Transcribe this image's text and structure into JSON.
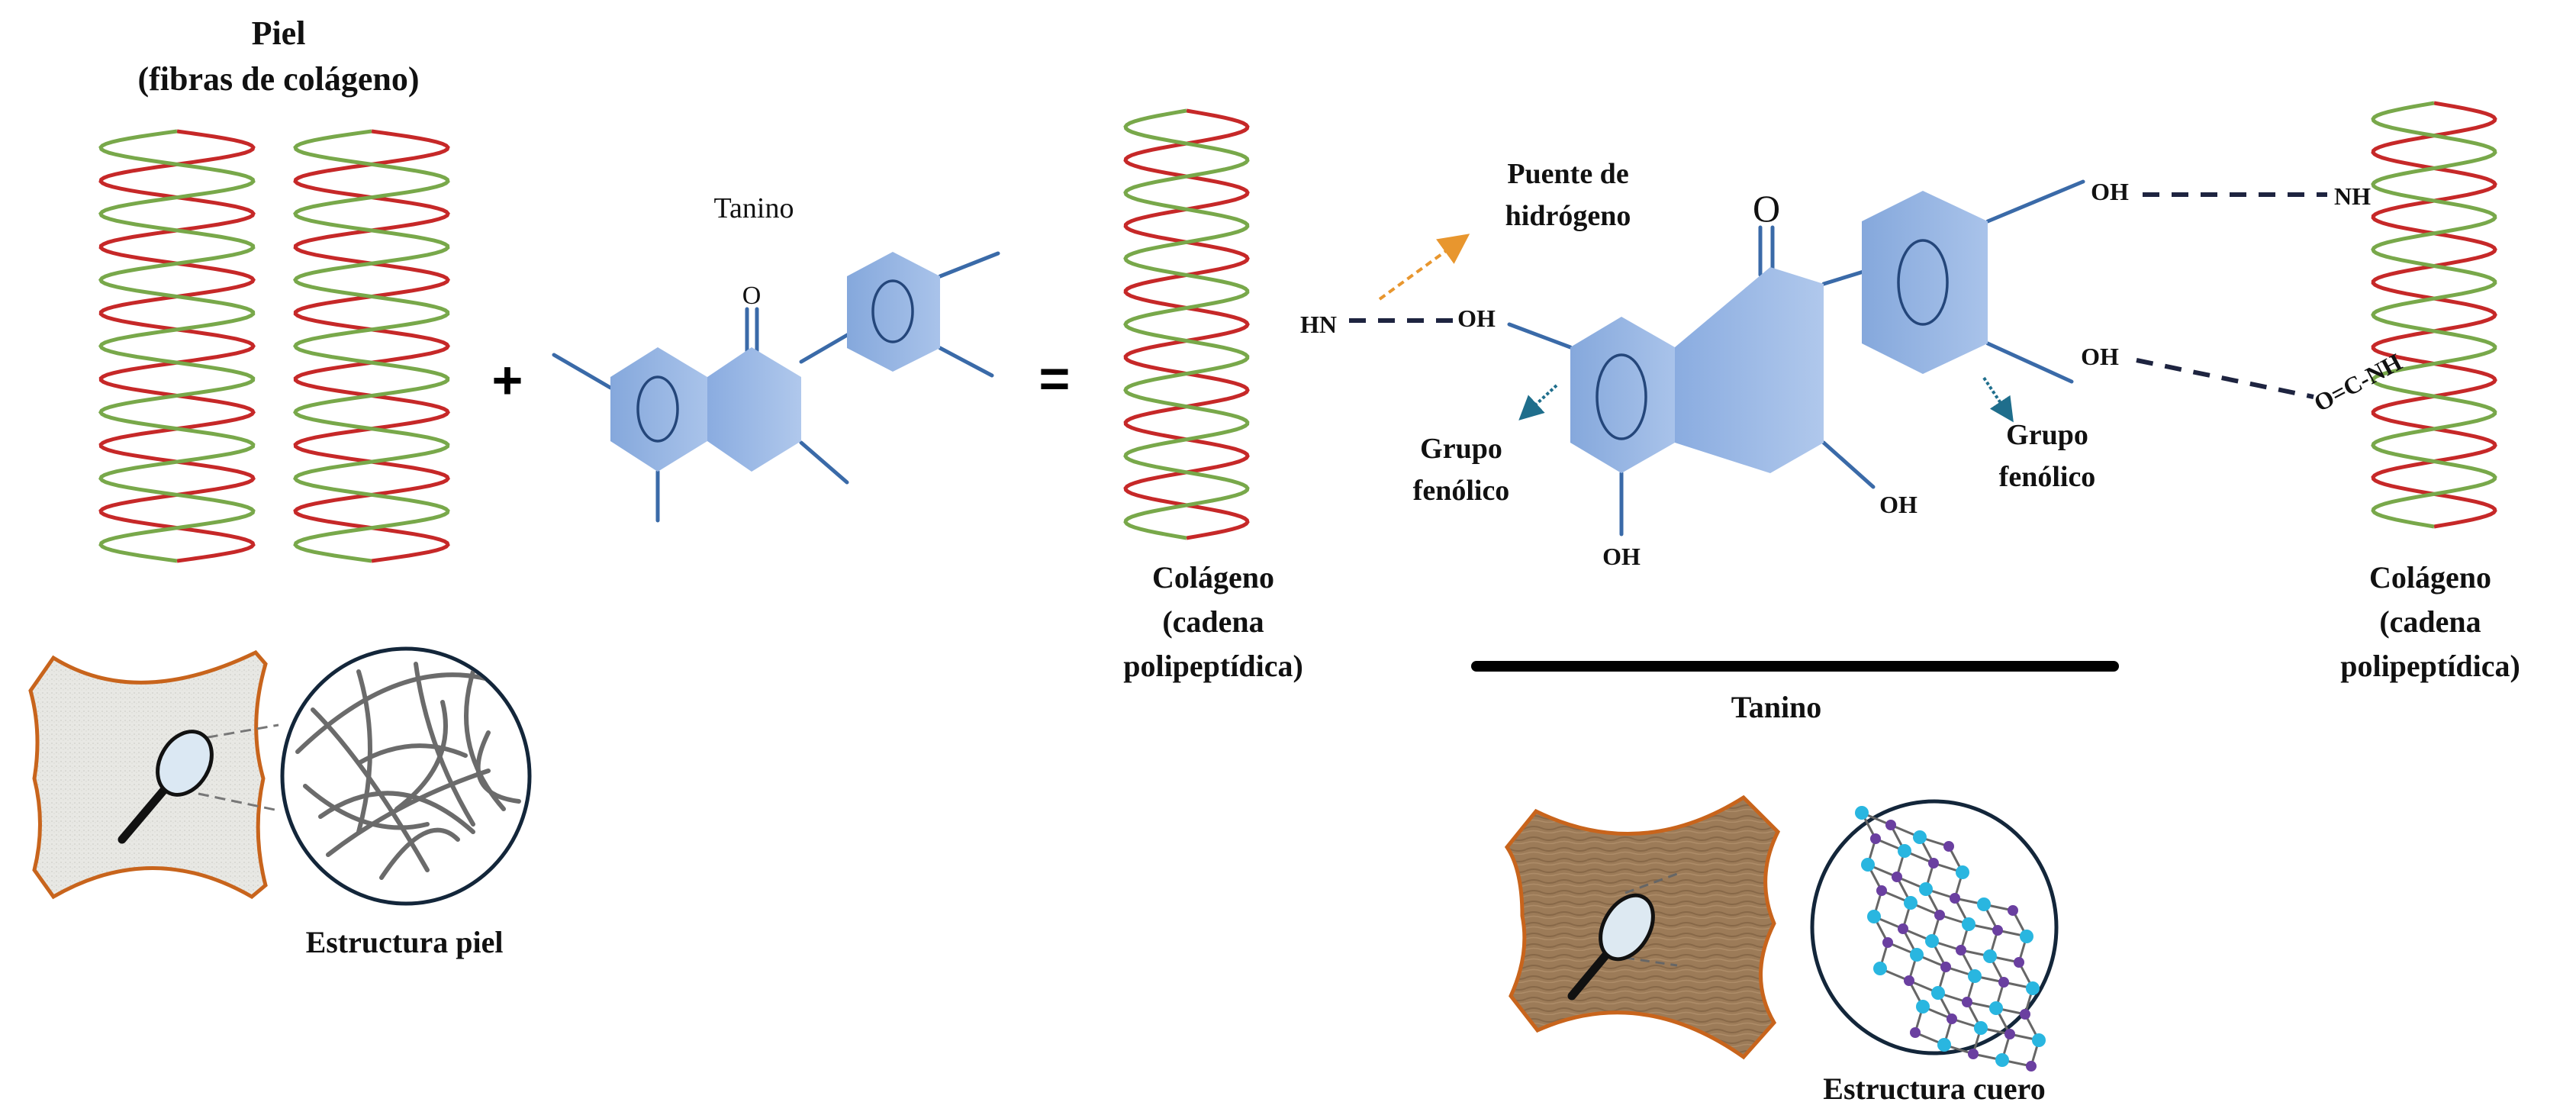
{
  "title": {
    "line1": "Piel",
    "line2": "(fibras de colágeno)"
  },
  "operators": {
    "plus": "+",
    "equals": "="
  },
  "reactant_tannin": {
    "label": "Tanino",
    "carbonyl_o": "O"
  },
  "product": {
    "left_chain_group": "HN",
    "oh_left": "OH",
    "carbonyl_o": "O",
    "oh_bottom_left": "OH",
    "oh_bottom_mid": "OH",
    "oh_top_right": "OH",
    "oh_right": "OH",
    "right_chain_nh": "NH",
    "right_chain_group": "O=C-NH",
    "hydrogen_bond_label_1": "Puente de",
    "hydrogen_bond_label_2": "hidrógeno",
    "phenolic_left_1": "Grupo",
    "phenolic_left_2": "fenólico",
    "phenolic_right_1": "Grupo",
    "phenolic_right_2": "fenólico",
    "tannin_bar_label": "Tanino"
  },
  "collagen_left": {
    "line1": "Colágeno",
    "line2": "(cadena",
    "line3": "polipeptídica)"
  },
  "collagen_right": {
    "line1": "Colágeno",
    "line2": "(cadena",
    "line3": "polipeptídica)"
  },
  "skin_structure": {
    "label": "Estructura piel"
  },
  "leather_structure": {
    "label": "Estructura cuero"
  },
  "colors": {
    "helix_red": "#c62828",
    "helix_green": "#78a84a",
    "ring_blue": "#8fb0e0",
    "bond_blue": "#3a6aa8",
    "hide_outline": "#c8641c",
    "skin_fill": "#e6e6e2",
    "leather_fill": "#9a7a58",
    "node_cyan": "#29b6e0",
    "node_purple": "#6a3fa0",
    "hbond_arrow_orange": "#e8962e",
    "phenolic_arrow_teal": "#1f6e8c"
  }
}
